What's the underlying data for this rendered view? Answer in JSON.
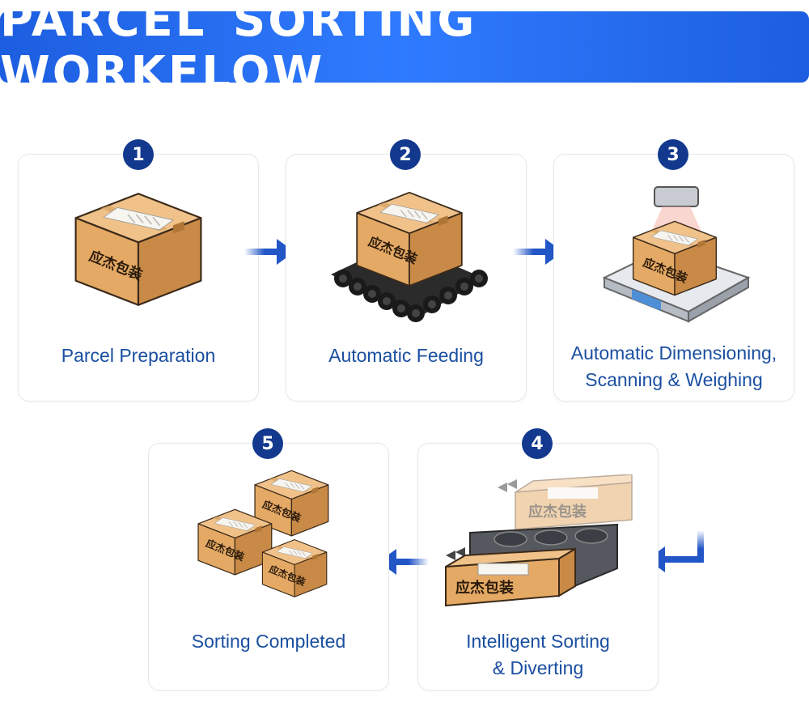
{
  "header": {
    "title": "PARCEL SORTING WORKFLOW"
  },
  "box_text": "应杰包装",
  "steps": [
    {
      "number": "1",
      "label": "Parcel Preparation"
    },
    {
      "number": "2",
      "label": "Automatic Feeding"
    },
    {
      "number": "3",
      "label_line1": "Automatic Dimensioning,",
      "label_line2": "Scanning & Weighing"
    },
    {
      "number": "4",
      "label_line1": "Intelligent Sorting",
      "label_line2": "& Diverting"
    },
    {
      "number": "5",
      "label": "Sorting Completed"
    }
  ],
  "colors": {
    "banner": "#2a6df5",
    "badge": "#12398e",
    "label": "#1b4fa1",
    "arrow": "#2256c7",
    "box": "#e4a964"
  }
}
